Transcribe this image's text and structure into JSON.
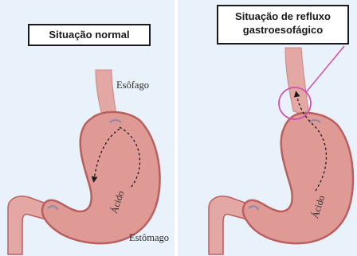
{
  "labels": {
    "normal_title": "Situação normal",
    "reflux_title_line1": "Situação de refluxo",
    "reflux_title_line2": "gastroesofágico",
    "esophagus": "Esôfago",
    "stomach": "Estômago",
    "acid_left": "Ácido",
    "acid_right": "Ácido"
  },
  "colors": {
    "panel_background": "#e9f2fa",
    "stomach_fill": "#df9a96",
    "stomach_outline": "#b95f5f",
    "esophagus_fill": "#e3a8a4",
    "highlight_circle": "#d24fb0",
    "arrow": "#1a1a1a"
  },
  "icons": {
    "left_figure": "normal-stomach-illustration",
    "right_figure": "reflux-stomach-illustration",
    "reflux_callout": "magnifier-circle-icon"
  }
}
